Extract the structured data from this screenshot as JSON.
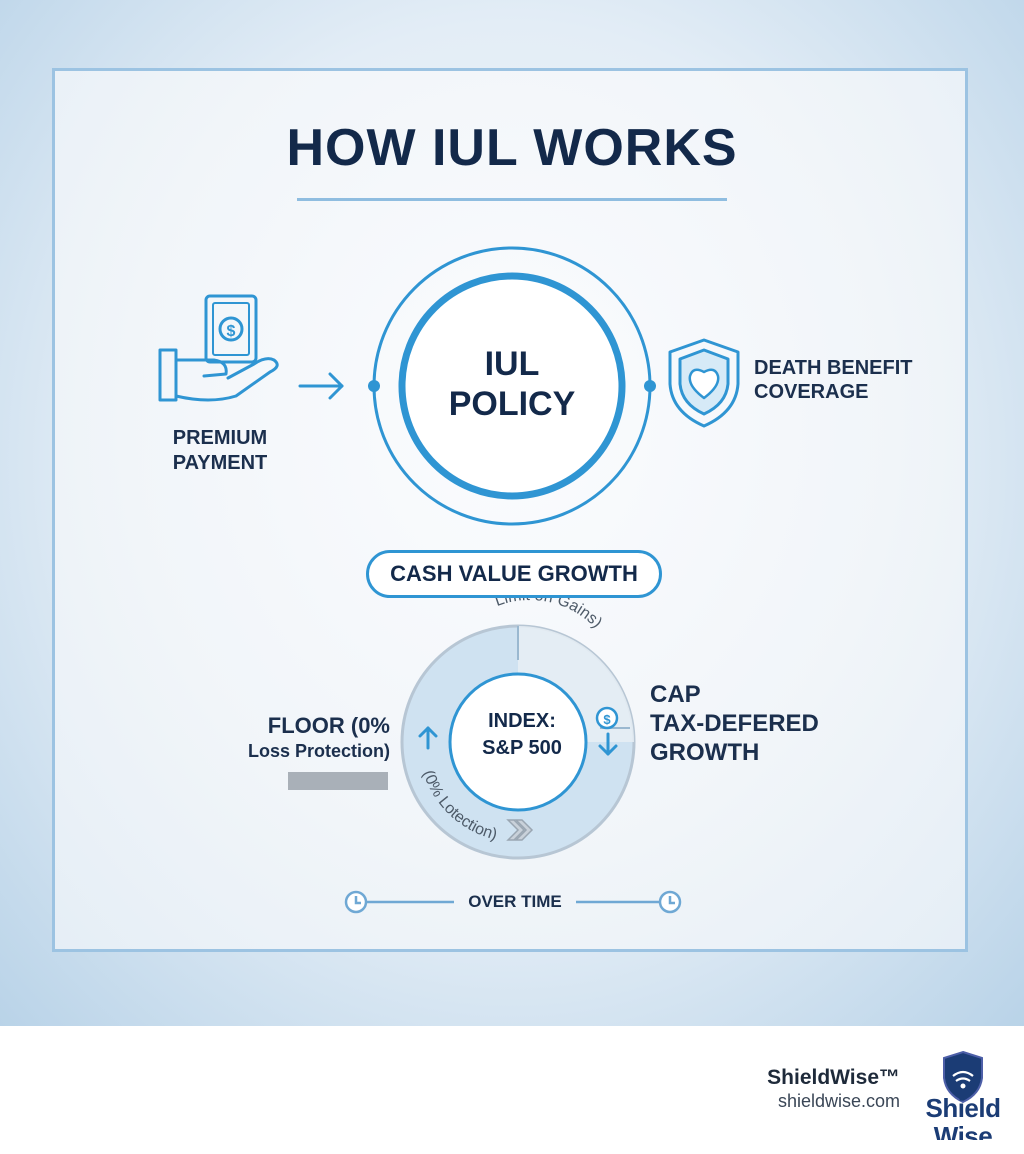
{
  "title": "HOW IUL WORKS",
  "premium": {
    "label": "PREMIUM\nPAYMENT"
  },
  "policy": {
    "label": "IUL\nPOLICY"
  },
  "death_benefit": {
    "label": "DEATH BENEFIT\nCOVERAGE"
  },
  "cash_value": {
    "label": "CASH VALUE GROWTH"
  },
  "cycle": {
    "index_label": "INDEX:\nS&P 500",
    "top_arc_text": "Limit on Gains)",
    "bottom_arc_text": "(0% Lotection)",
    "floor_label": "FLOOR (0%",
    "floor_sub": "Loss Protection)",
    "cap_label": "CAP\nTAX-DEFERED\nGROWTH"
  },
  "timeline": {
    "label": "OVER TIME"
  },
  "brand": {
    "name": "ShieldWise™",
    "url": "shieldwise.com",
    "logo_text": "Shield\nWise"
  },
  "colors": {
    "accent": "#2f95d3",
    "navy": "#13294a",
    "light_blue": "#cfe2f1"
  }
}
